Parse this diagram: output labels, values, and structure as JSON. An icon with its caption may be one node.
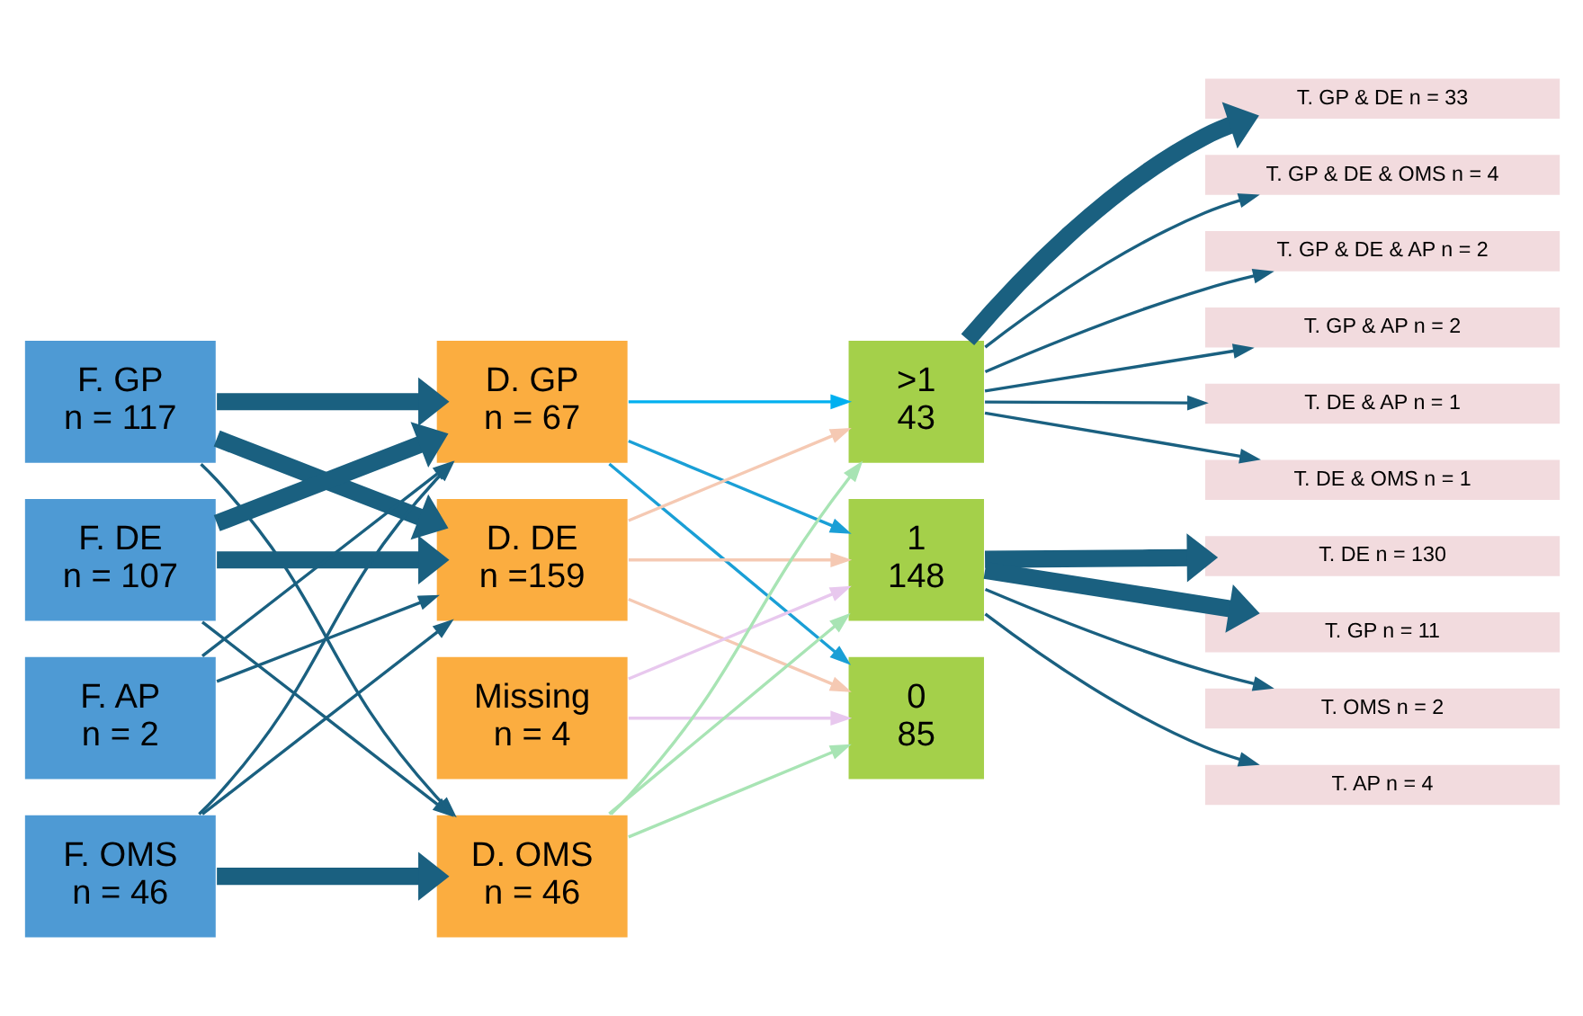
{
  "diagram": {
    "nodes": [
      {
        "text": [
          "F. GP",
          "n = 117"
        ]
      },
      {
        "text": [
          "F. DE",
          "n = 107"
        ]
      },
      {
        "text": [
          "F. AP",
          "n = 2"
        ]
      },
      {
        "text": [
          "F. OMS",
          "n = 46"
        ]
      },
      {
        "text": [
          "D. GP",
          "n = 67"
        ]
      },
      {
        "text": [
          "D. DE",
          "n =159"
        ]
      },
      {
        "text": [
          "Missing",
          "n = 4"
        ]
      },
      {
        "text": [
          "D. OMS",
          "n = 46"
        ]
      },
      {
        "text": [
          ">1",
          "43"
        ]
      },
      {
        "text": [
          "1",
          "148"
        ]
      },
      {
        "text": [
          "0",
          "85"
        ]
      },
      {
        "text": [
          "T. GP & DE n = 33"
        ]
      },
      {
        "text": [
          "T. GP & DE & OMS n = 4"
        ]
      },
      {
        "text": [
          "T. GP & DE & AP n = 2"
        ]
      },
      {
        "text": [
          "T. GP & AP n = 2"
        ]
      },
      {
        "text": [
          "T. DE & AP n = 1"
        ]
      },
      {
        "text": [
          "T. DE & OMS n = 1"
        ]
      },
      {
        "text": [
          "T. DE n = 130"
        ]
      },
      {
        "text": [
          "T. GP n = 11"
        ]
      },
      {
        "text": [
          "T. OMS n = 2"
        ]
      },
      {
        "text": [
          "T. AP n = 4"
        ]
      }
    ],
    "edges": [
      {
        "from": 0,
        "to": 4,
        "arrow": "to",
        "style": "thick"
      },
      {
        "from": 0,
        "to": 5,
        "arrow": "to",
        "style": "thick"
      },
      {
        "from": 0,
        "to": 7,
        "arrow": "to"
      },
      {
        "from": 1,
        "to": 4,
        "arrow": "to",
        "style": "thick"
      },
      {
        "from": 1,
        "to": 5,
        "arrow": "to",
        "style": "thick"
      },
      {
        "from": 1,
        "to": 7,
        "arrow": "to"
      },
      {
        "from": 2,
        "to": 4,
        "arrow": "to"
      },
      {
        "from": 2,
        "to": 5,
        "arrow": "to"
      },
      {
        "from": 3,
        "to": 4,
        "arrow": "to"
      },
      {
        "from": 3,
        "to": 5,
        "arrow": "to"
      },
      {
        "from": 3,
        "to": 7,
        "arrow": "to",
        "style": "thick"
      },
      {
        "from": 4,
        "to": 8,
        "arrow": "to",
        "color": "#00b0f0"
      },
      {
        "from": 4,
        "to": 9,
        "arrow": "to",
        "color": "#1a9fd6"
      },
      {
        "from": 4,
        "to": 10,
        "arrow": "to",
        "color": "#1a9fd6"
      },
      {
        "from": 5,
        "to": 8,
        "arrow": "to",
        "color": "#f5c9b3"
      },
      {
        "from": 5,
        "to": 9,
        "arrow": "to",
        "color": "#f5c9b3"
      },
      {
        "from": 5,
        "to": 10,
        "arrow": "to",
        "color": "#f5c9b3"
      },
      {
        "from": 6,
        "to": 9,
        "arrow": "to",
        "color": "#e8c8ee"
      },
      {
        "from": 6,
        "to": 10,
        "arrow": "to",
        "color": "#e8c8ee"
      },
      {
        "from": 7,
        "to": 8,
        "arrow": "to",
        "color": "#a8e4b4"
      },
      {
        "from": 7,
        "to": 9,
        "arrow": "to",
        "color": "#a8e4b4"
      },
      {
        "from": 7,
        "to": 10,
        "arrow": "to",
        "color": "#a8e4b4"
      },
      {
        "from": 8,
        "to": 11,
        "arrow": "to",
        "style": "thick"
      },
      {
        "from": 8,
        "to": 12,
        "arrow": "to"
      },
      {
        "from": 8,
        "to": 13,
        "arrow": "to"
      },
      {
        "from": 8,
        "to": 14,
        "arrow": "to"
      },
      {
        "from": 8,
        "to": 15,
        "arrow": "to"
      },
      {
        "from": 8,
        "to": 16,
        "arrow": "to"
      },
      {
        "from": 9,
        "to": 17,
        "arrow": "to",
        "style": "thick"
      },
      {
        "from": 9,
        "to": 18,
        "arrow": "to",
        "style": "thick"
      },
      {
        "from": 9,
        "to": 19,
        "arrow": "to"
      },
      {
        "from": 9,
        "to": 20,
        "arrow": "to"
      }
    ]
  }
}
